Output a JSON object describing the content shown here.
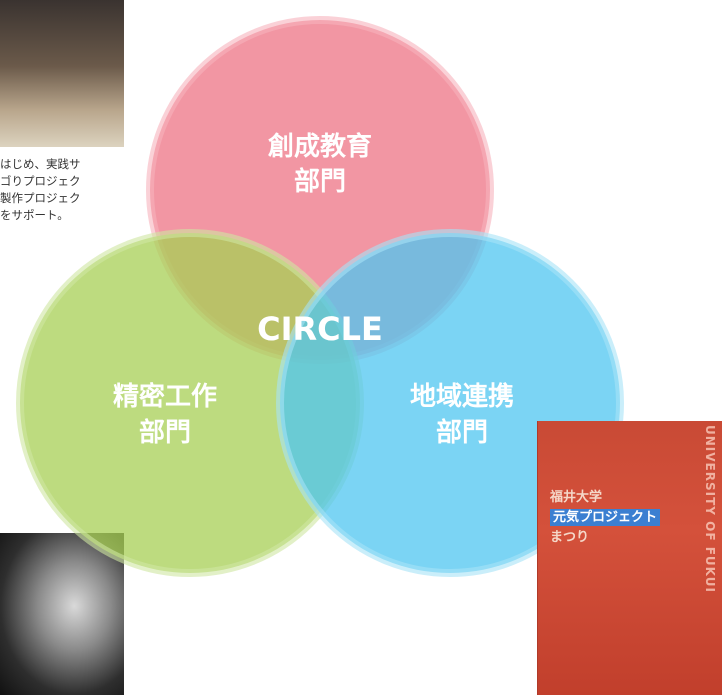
{
  "venn": {
    "top_label": [
      "創成教育",
      "部門"
    ],
    "left_label": [
      "精密工作",
      "部門"
    ],
    "right_label": [
      "地域連携",
      "部門"
    ],
    "center_label": "CIRCLE",
    "colors": {
      "top": "#ef7c8c",
      "left": "#a7cf54",
      "right": "#4fc6f0"
    }
  },
  "description_lines": [
    "はじめ、実践サ",
    "ゴりプロジェク",
    "製作プロジェク",
    "をサポート。"
  ],
  "poster": {
    "title_lines": [
      "福井大学",
      "元気プロジェクト",
      "まつり"
    ],
    "vertical_text": "UNIVERSITY OF FUKUI"
  }
}
